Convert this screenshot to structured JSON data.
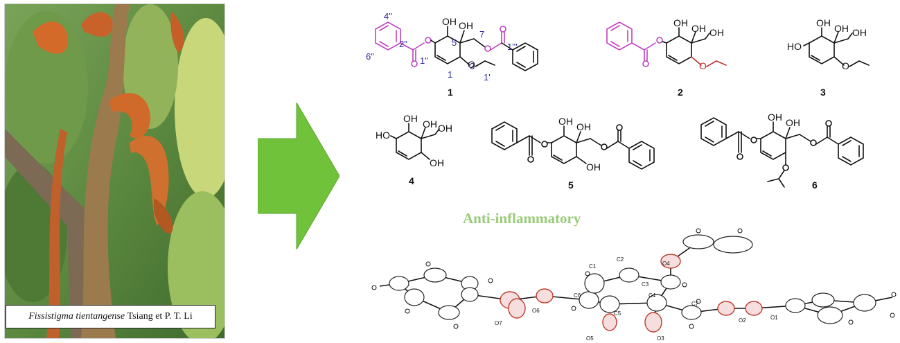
{
  "photo": {
    "caption_species": "Fissistigma tientangense",
    "caption_authority": "Tsiang et P. T. Li"
  },
  "arrow": {
    "color": "#70c23a"
  },
  "compounds": [
    {
      "number": "1"
    },
    {
      "number": "2"
    },
    {
      "number": "3"
    },
    {
      "number": "4"
    },
    {
      "number": "5"
    },
    {
      "number": "6"
    }
  ],
  "numbering": {
    "h4": "4\"",
    "h2": "2\"",
    "h6": "6\"",
    "h1": "1\"",
    "h1c": "1",
    "h3": "3",
    "h5": "5",
    "h7": "7",
    "h1p": "1'",
    "h1t": "1'''"
  },
  "groups": {
    "oh": "OH",
    "ho": "HO",
    "o": "O"
  },
  "activity_label": "Anti-inflammatory",
  "xray_labels": [
    "C1",
    "C2",
    "C3",
    "C4",
    "C5",
    "C6",
    "C7",
    "O1",
    "O2",
    "O3",
    "O4",
    "O5",
    "O6",
    "O7"
  ],
  "colors": {
    "benzoyl": "#c040c0",
    "numbering": "#2a2aa0",
    "ethoxy": "#c03030",
    "title": "#9acb7a",
    "ellipsoid": "#c0392b"
  }
}
